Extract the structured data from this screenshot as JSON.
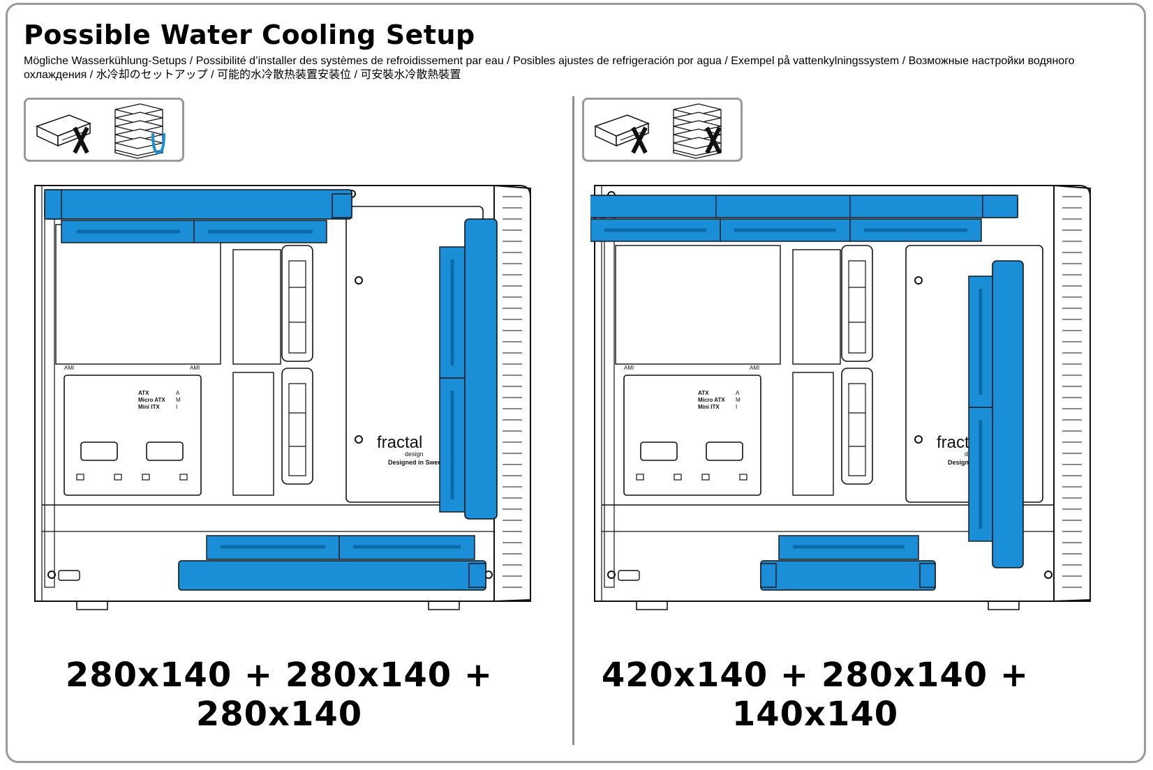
{
  "title": "Possible Water Cooling Setup",
  "subtitle": "Mögliche Wasserkühlung-Setups  / Possibilité d’installer des systèmes de refroidissement par eau / Posibles ajustes de refrigeración por agua / Exempel på vattenkylningssystem / Возможные настройки водяного охлаждения / 水冷却のセットアップ / 可能的水冷散热装置安装位 / 可安裝水冷散熱裝置",
  "colors": {
    "radiator": "#1a8fd8",
    "radiator_dark": "#0d6aa8",
    "outline": "#111111",
    "frame": "#9a9a9a"
  },
  "board_labels": {
    "ami": "AMI",
    "atx": "ATX",
    "micro_atx": "Micro ATX",
    "mini_itx": "Mini ITX",
    "a": "A",
    "m": "M",
    "i": "I"
  },
  "brand": {
    "logo": "fractal",
    "logo_sub": "design",
    "tagline": "Designed in Sweden"
  },
  "configs": [
    {
      "combo": "280x140 + 280x140 + 280x140",
      "optical_drive": "not-supported",
      "hdd_cage": "supported",
      "radiators": {
        "top": "280",
        "front": "280",
        "bottom": "280"
      }
    },
    {
      "combo": "420x140 + 280x140 + 140x140",
      "optical_drive": "not-supported",
      "hdd_cage": "not-supported",
      "radiators": {
        "top": "420",
        "front": "280",
        "bottom": "140"
      }
    }
  ]
}
